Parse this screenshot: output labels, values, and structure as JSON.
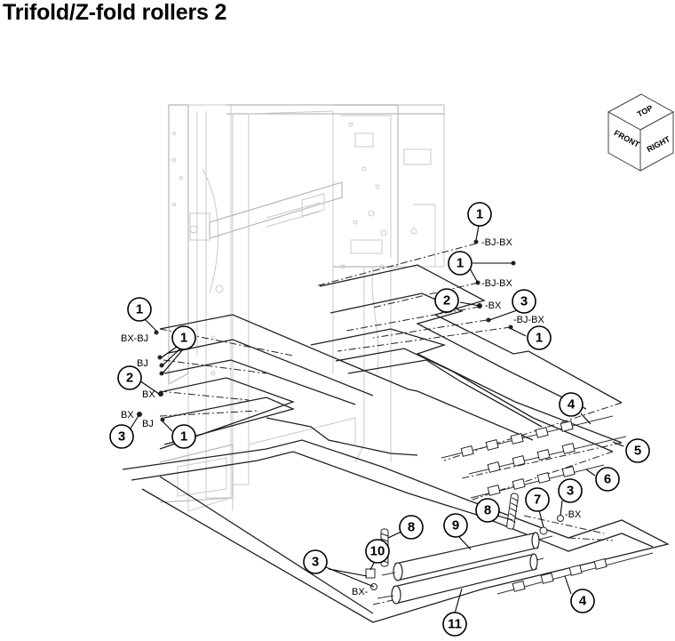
{
  "title": "Trifold/Z-fold rollers 2",
  "orientation_cube": {
    "top": "TOP",
    "front": "FRONT",
    "right": "RIGHT"
  },
  "callouts": [
    {
      "id": "c1a",
      "label": "1"
    },
    {
      "id": "c1b",
      "label": "1"
    },
    {
      "id": "c1c",
      "label": "1"
    },
    {
      "id": "c1d",
      "label": "1"
    },
    {
      "id": "c1e",
      "label": "1"
    },
    {
      "id": "c1f",
      "label": "1"
    },
    {
      "id": "c2a",
      "label": "2"
    },
    {
      "id": "c2b",
      "label": "2"
    },
    {
      "id": "c3a",
      "label": "3"
    },
    {
      "id": "c3b",
      "label": "3"
    },
    {
      "id": "c3c",
      "label": "3"
    },
    {
      "id": "c3d",
      "label": "3"
    },
    {
      "id": "c4a",
      "label": "4"
    },
    {
      "id": "c4b",
      "label": "4"
    },
    {
      "id": "c5",
      "label": "5"
    },
    {
      "id": "c6",
      "label": "6"
    },
    {
      "id": "c7",
      "label": "7"
    },
    {
      "id": "c8a",
      "label": "8"
    },
    {
      "id": "c8b",
      "label": "8"
    },
    {
      "id": "c9",
      "label": "9"
    },
    {
      "id": "c10",
      "label": "10"
    },
    {
      "id": "c11",
      "label": "11"
    }
  ],
  "part_codes": {
    "bj": "BJ",
    "bx": "BX",
    "bj_bx": "-BJ-BX",
    "dash_bx": "-BX",
    "bx_bj": "BX-BJ",
    "bx_dash": "BX-"
  }
}
